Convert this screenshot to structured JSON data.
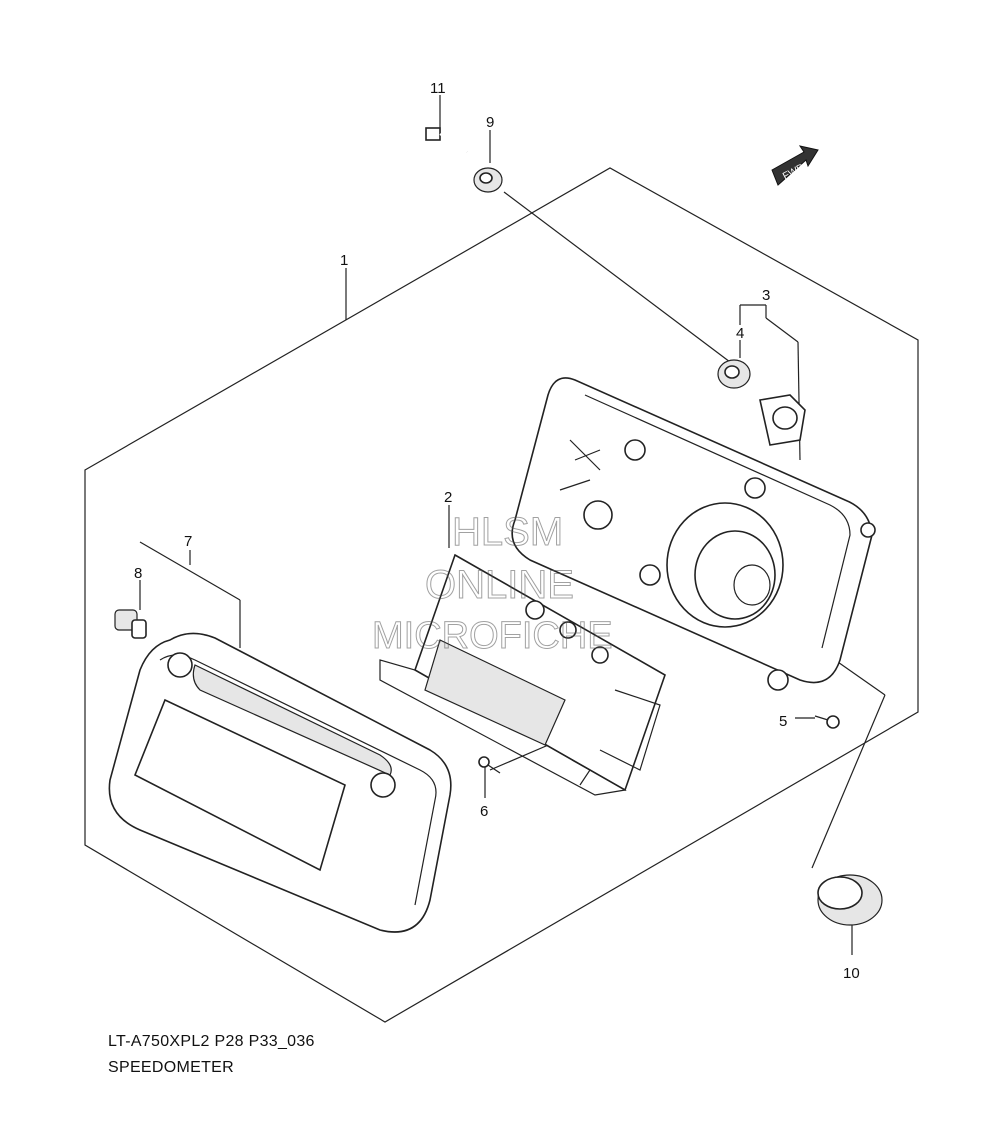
{
  "diagram": {
    "callouts": {
      "c1": "1",
      "c2": "2",
      "c3": "3",
      "c4": "4",
      "c5": "5",
      "c6": "6",
      "c7": "7",
      "c8": "8",
      "c9": "9",
      "c10": "10",
      "c11": "11"
    },
    "fwd_label": "FWD",
    "watermark": {
      "line1": "HLSM",
      "line2": "ONLINE",
      "line3": "MICROFICHE"
    },
    "caption": {
      "code": "LT-A750XPL2 P28 P33_036",
      "name": "SPEEDOMETER"
    }
  }
}
